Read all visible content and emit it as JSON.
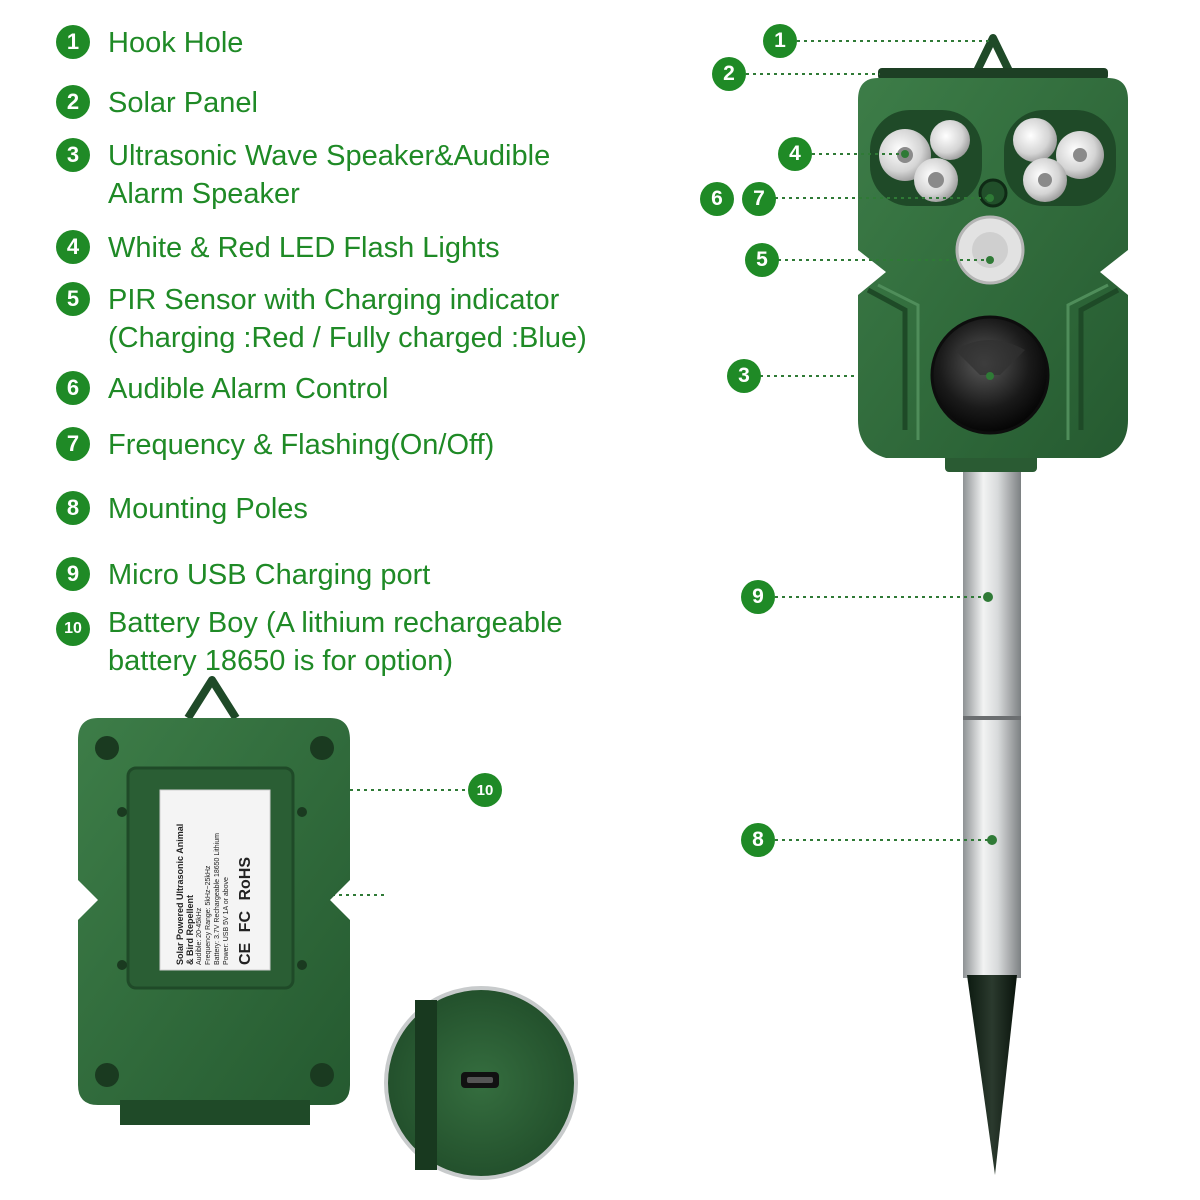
{
  "legend": [
    {
      "number": "1",
      "lines": [
        "Hook Hole"
      ]
    },
    {
      "number": "2",
      "lines": [
        "Solar Panel"
      ]
    },
    {
      "number": "3",
      "lines": [
        "Ultrasonic Wave Speaker&Audible",
        "Alarm Speaker"
      ]
    },
    {
      "number": "4",
      "lines": [
        "White & Red LED Flash Lights"
      ]
    },
    {
      "number": "5",
      "lines": [
        "PIR Sensor with Charging indicator",
        "(Charging :Red / Fully charged :Blue)"
      ]
    },
    {
      "number": "6",
      "lines": [
        "Audible Alarm Control"
      ]
    },
    {
      "number": "7",
      "lines": [
        "Frequency & Flashing(On/Off)"
      ]
    },
    {
      "number": "8",
      "lines": [
        "Mounting Poles"
      ]
    },
    {
      "number": "9",
      "lines": [
        "Micro USB Charging port"
      ]
    },
    {
      "number": "10",
      "lines": [
        "Battery Boy (A lithium rechargeable",
        "battery 18650 is for option)"
      ]
    }
  ],
  "callouts": {
    "c1": "1",
    "c2": "2",
    "c3": "3",
    "c4": "4",
    "c5": "5",
    "c6": "6",
    "c7": "7",
    "c8": "8",
    "c9": "9",
    "c10": "10"
  },
  "label_sticker": {
    "lines": [
      "Solar Powered Ultrasonic Animal",
      "& Bird Repellent",
      "Audible: 20-45kHz",
      "Frequency Range: 5kHz~25kHz",
      "Battery: 3.7V Rechargeable 18650 Lithium",
      "Power: USB 5V 1A or above"
    ],
    "marks": [
      "CE",
      "FC",
      "RoHS"
    ]
  },
  "colors": {
    "accent": "#1f8a26",
    "housing": "#2f6a3a",
    "housing_dark": "#1f4a28",
    "pole": "#c8cbcc"
  }
}
